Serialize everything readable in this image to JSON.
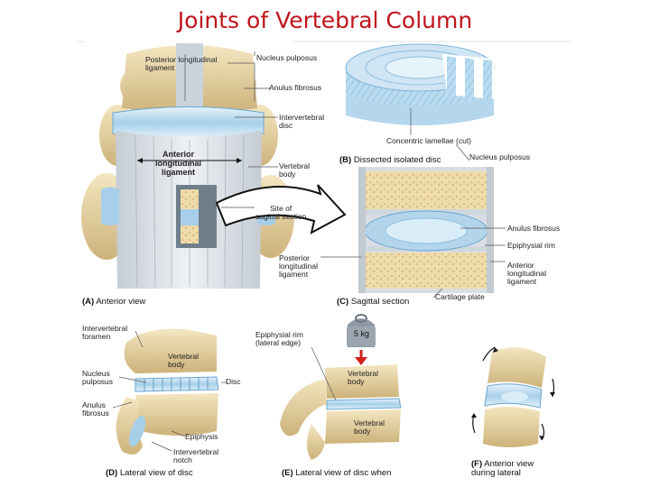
{
  "title": "Joints of Vertebral Column",
  "labels": {
    "posterior_longitudinal_ligament": "Posterior longitudinal\nligament",
    "nucleus_pulposus_a": "Nucleus pulposus",
    "anulus_fibrosus_a": "Anulus fibrosus",
    "intervertebral_disc": "Intervertebral\ndisc",
    "anterior_longitudinal_ligament": "Anterior\nlongitudinal\nligament",
    "vertebral_body": "Vertebral\nbody",
    "site_of_sagittal_section": "Site of\nsagittal section",
    "concentric_lamellae": "Concentric lamellae (cut)",
    "dissected_disc_letter": "(B)",
    "dissected_disc": "Dissected isolated disc",
    "nucleus_pulposus_c": "Nucleus pulposus",
    "anulus_fibrosus_c": "Anulus fibrosus",
    "epiphysial_rim": "Epiphysial rim",
    "anterior_longitudinal_ligament_c": "Anterior\nlongitudinal\nligament",
    "posterior_longitudinal_ligament_c": "Posterior\nlongitudinal\nligament",
    "cartilage_plate": "Cartilage plate",
    "anterior_view_letter": "(A)",
    "anterior_view": "Anterior view",
    "sagittal_section_letter": "(C)",
    "sagittal_section": "Sagittal section",
    "intervertebral_foramen": "Intervertebral\nforamen",
    "vertebral_body_d": "Vertebral\nbody",
    "nucleus_pulposus_d": "Nucleus\npulposus",
    "disc_d": "Disc",
    "anulus_fibrosus_d": "Anulus\nfibrosus",
    "epiphysis": "Epiphysis",
    "intervertebral_notch": "Intervertebral\nnotch",
    "lateral_view_disc_letter": "(D)",
    "lateral_view_disc": "Lateral view of disc",
    "epiphysial_rim_lateral": "Epiphysial rim\n(lateral edge)",
    "weight": "5 kg",
    "vertebral_body_e1": "Vertebral\nbody",
    "vertebral_body_e2": "Vertebral\nbody",
    "lateral_view_disc_when_letter": "(E)",
    "lateral_view_disc_when": "Lateral view of disc when",
    "anterior_view_lateral_letter": "(F)",
    "anterior_view_lateral": "Anterior view\nduring lateral"
  },
  "colors": {
    "title": "#c0141c",
    "bone": "#e8d6a6",
    "bone_dark": "#c9ad72",
    "disc_blue": "#9cc8e6",
    "disc_light": "#d6ebf7",
    "ligament": "#d7dde3",
    "arrow_red": "#d0201a"
  }
}
